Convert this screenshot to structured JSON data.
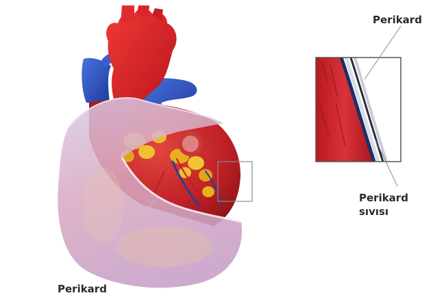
{
  "labels": {
    "heart_pericardium": "Perikard",
    "inset_pericardium": "Perikard",
    "inset_fluid_line1": "Perikard",
    "inset_fluid_line2": "sıvısı"
  },
  "colors": {
    "artery_red": "#d8202a",
    "vein_blue": "#2f56c8",
    "myocardium": "#c9262c",
    "fat_yellow": "#e8b020",
    "pericardium_sac": "#c8b6dc",
    "leader_line": "#8a8a8a"
  }
}
